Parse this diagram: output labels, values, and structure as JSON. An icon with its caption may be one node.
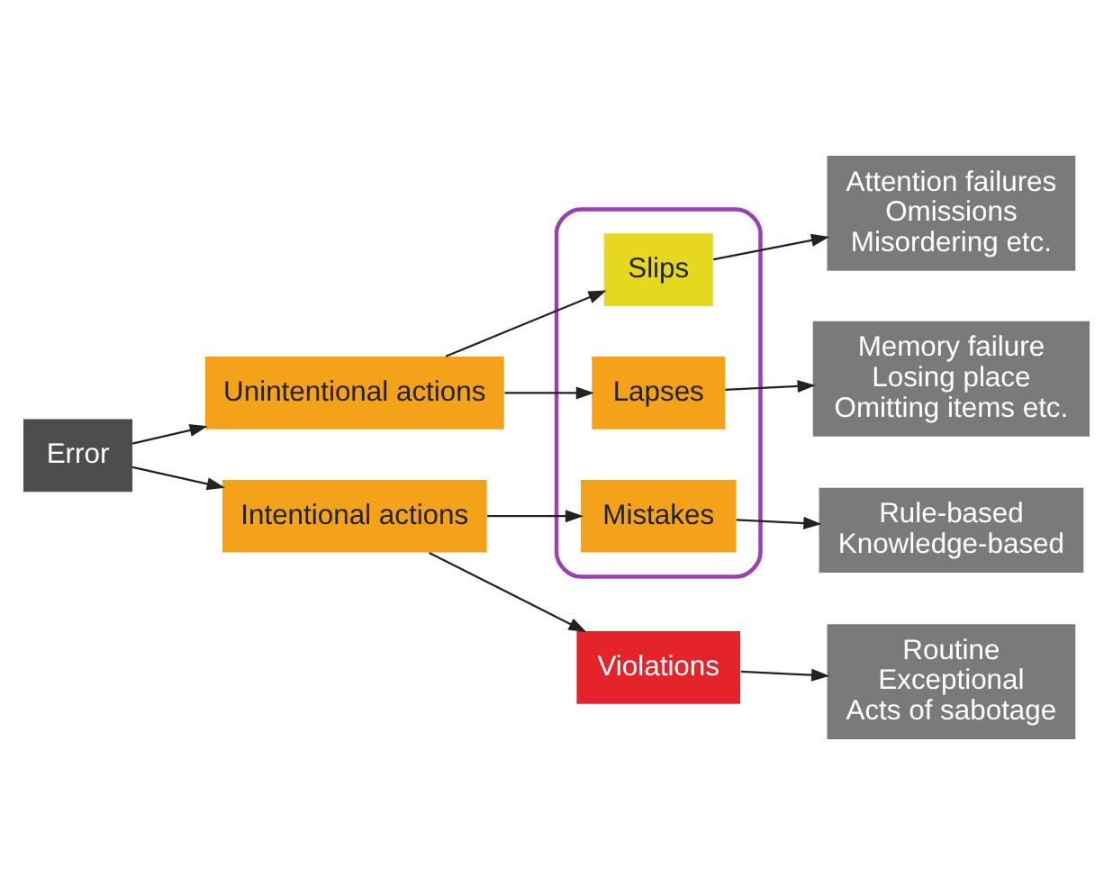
{
  "diagram": {
    "nodes": [
      {
        "text": [
          "Error"
        ]
      },
      {
        "text": [
          "Unintentional actions"
        ]
      },
      {
        "text": [
          "Intentional actions"
        ]
      },
      {
        "text": [],
        "shape": "box"
      },
      {
        "text": [
          "Slips"
        ],
        "in": 3
      },
      {
        "text": [
          "Lapses"
        ],
        "in": 3
      },
      {
        "text": [
          "Mistakes"
        ],
        "in": 3
      },
      {
        "text": [
          "Violations"
        ]
      },
      {
        "text": [
          "Attention failures",
          "Omissions",
          "Misordering etc."
        ]
      },
      {
        "text": [
          "Memory failure",
          "Losing place",
          "Omitting items etc."
        ]
      },
      {
        "text": [
          "Rule-based",
          "Knowledge-based"
        ]
      },
      {
        "text": [
          "Routine",
          "Exceptional",
          "Acts of sabotage"
        ]
      }
    ],
    "edges": [
      {
        "from": 0,
        "to": 1,
        "arrow": "to"
      },
      {
        "from": 0,
        "to": 2,
        "arrow": "to"
      },
      {
        "from": 1,
        "to": 4,
        "arrow": "to"
      },
      {
        "from": 1,
        "to": 5,
        "arrow": "to"
      },
      {
        "from": 2,
        "to": 6,
        "arrow": "to"
      },
      {
        "from": 2,
        "to": 7,
        "arrow": "to"
      },
      {
        "from": 4,
        "to": 8,
        "arrow": "to"
      },
      {
        "from": 5,
        "to": 9,
        "arrow": "to"
      },
      {
        "from": 6,
        "to": 10,
        "arrow": "to"
      },
      {
        "from": 7,
        "to": 11,
        "arrow": "to"
      }
    ]
  }
}
